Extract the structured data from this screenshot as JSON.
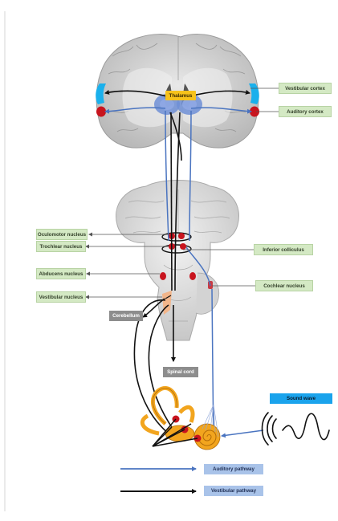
{
  "labels": {
    "thalamus": "Thalamus",
    "vestibular_cortex": "Vestibular cortex",
    "auditory_cortex": "Auditory cortex",
    "oculomotor_nucleus": "Oculomotor nucleus",
    "trochlear_nucleus": "Trochlear nucleus",
    "inferior_colliculus": "Inferior colliculus",
    "abducens_nucleus": "Abducens nucleus",
    "vestibular_nucleus": "Vestibular nucleus",
    "cochlear_nucleus": "Cochlear nucleus",
    "cerebellum": "Cerebellum",
    "spinal_cord": "Spinal cord",
    "sound_wave": "Sound wave"
  },
  "legend": {
    "auditory_pathway": "Auditory pathway",
    "vestibular_pathway": "Vestibular pathway"
  },
  "colors": {
    "auditory_pathway": "#4a74c0",
    "vestibular_pathway": "#111111",
    "nucleus_red": "#c8141e",
    "vestibular_cortex_cyan": "#1ab0ec",
    "thalamus_blue": "#6f8fd6",
    "cochlea_orange": "#f2a51e",
    "label_green": "#d4e9c4"
  }
}
